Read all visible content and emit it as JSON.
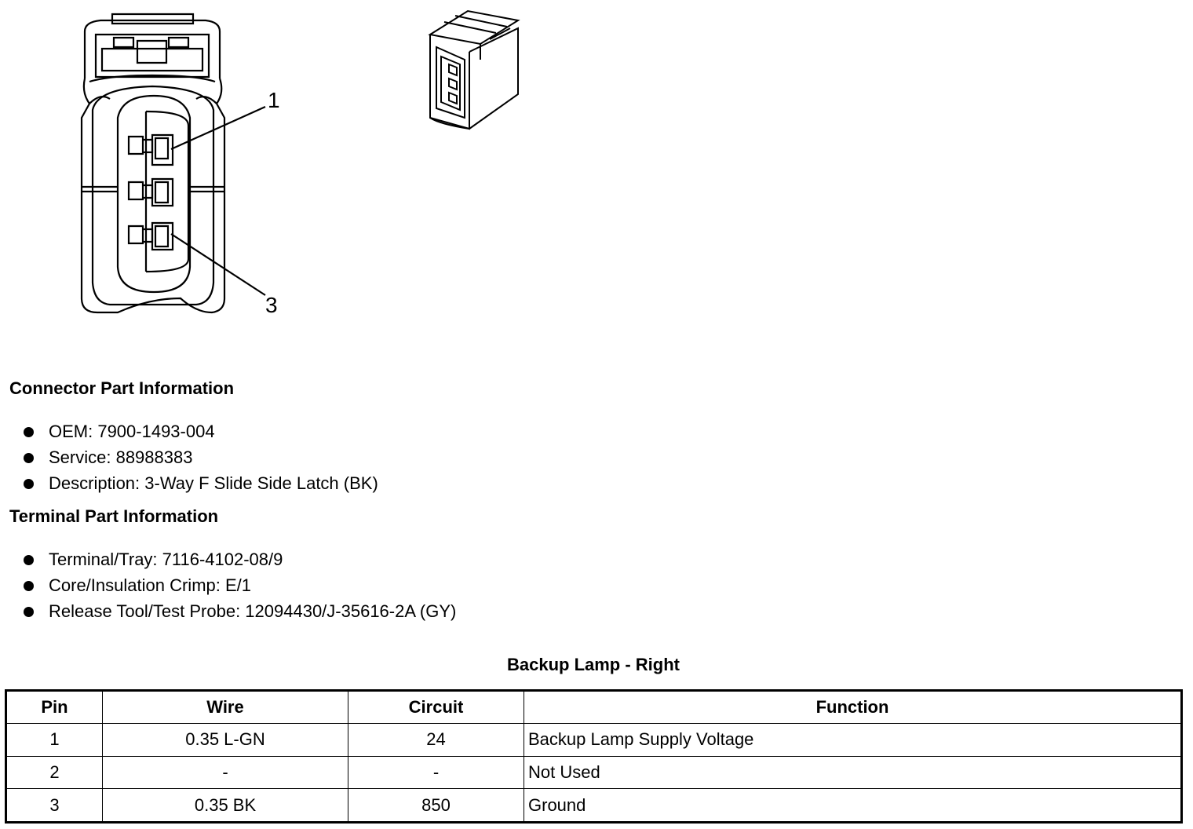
{
  "diagram": {
    "callouts": [
      "1",
      "3"
    ]
  },
  "connector_info": {
    "title": "Connector Part Information",
    "items": [
      "OEM: 7900-1493-004",
      "Service: 88988383",
      "Description: 3-Way F Slide Side Latch (BK)"
    ]
  },
  "terminal_info": {
    "title": "Terminal Part Information",
    "items": [
      "Terminal/Tray: 7116-4102-08/9",
      "Core/Insulation Crimp: E/1",
      "Release Tool/Test Probe: 12094430/J-35616-2A (GY)"
    ]
  },
  "table": {
    "title": "Backup Lamp - Right",
    "headers": [
      "Pin",
      "Wire",
      "Circuit",
      "Function"
    ],
    "rows": [
      [
        "1",
        "0.35 L-GN",
        "24",
        "Backup Lamp Supply Voltage"
      ],
      [
        "2",
        "-",
        "-",
        "Not Used"
      ],
      [
        "3",
        "0.35 BK",
        "850",
        "Ground"
      ]
    ]
  }
}
